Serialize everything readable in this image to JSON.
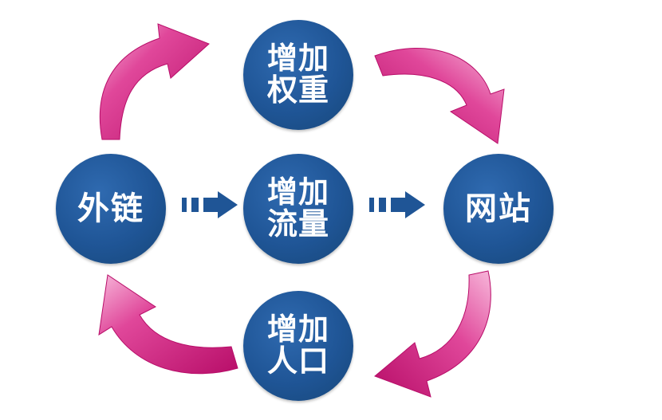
{
  "nodes": {
    "weight": {
      "line1": "增加",
      "line2": "权重"
    },
    "traffic": {
      "line1": "增加",
      "line2": "流量"
    },
    "population": {
      "line1": "增加",
      "line2": "人口"
    },
    "backlinks": {
      "label": "外链"
    },
    "website": {
      "label": "网站"
    }
  },
  "colors": {
    "node_fill": "#1f5596",
    "node_text": "#ffffff",
    "cycle_arrow": "#d81b7d",
    "cycle_arrow_highlight": "#f3a9d2",
    "flow_arrow": "#1f5596"
  },
  "icons": {
    "cycle_arrows": "curved-arrow-icon",
    "flow_arrows": "dashed-right-arrow-icon"
  }
}
